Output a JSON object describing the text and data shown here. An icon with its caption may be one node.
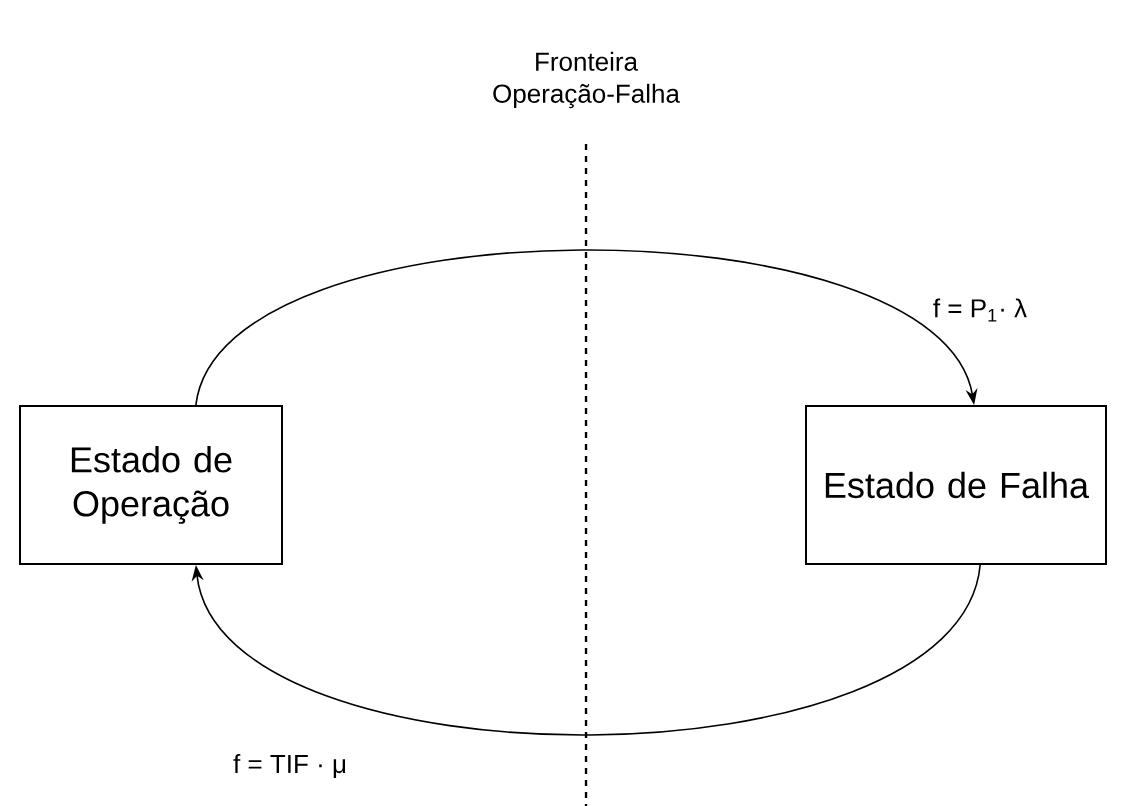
{
  "diagram": {
    "nodes": [
      {
        "text": [
          "Estado de Operação"
        ]
      },
      {
        "text": [
          "Estado de Falha"
        ]
      }
    ],
    "edges": [
      {
        "from": 0,
        "to": 1,
        "arrow": "to",
        "label": "f = P$_{1}$· λ"
      },
      {
        "from": 1,
        "to": 0,
        "arrow": "to",
        "label": "f = TIF · μ"
      }
    ],
    "labels": [
      "Fronteira Operação-Falha"
    ]
  }
}
